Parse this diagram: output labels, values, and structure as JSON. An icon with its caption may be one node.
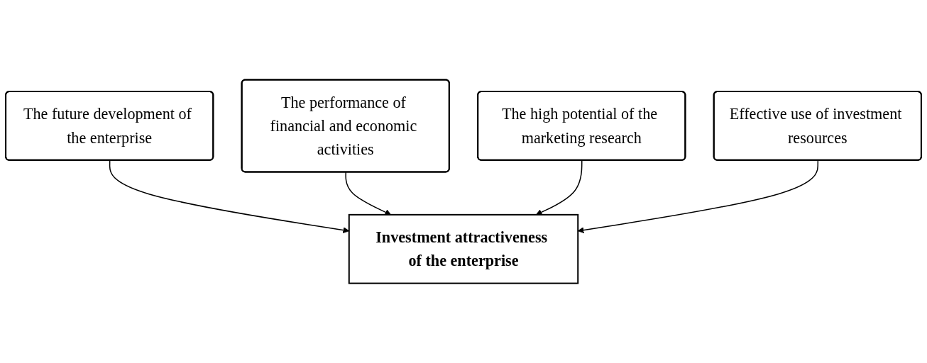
{
  "diagram": {
    "nodes": [
      {
        "text": [
          "The future development of the enterprise"
        ]
      },
      {
        "text": [
          "The performance of financial and economic activities"
        ]
      },
      {
        "text": [
          "Investment attractiveness of the enterprise"
        ]
      },
      {
        "text": [
          "The high potential of the marketing research"
        ]
      },
      {
        "text": [
          "Effective use of investment resources"
        ]
      }
    ],
    "edges": [
      {
        "from": 0,
        "to": 2,
        "arrow": "to"
      },
      {
        "from": 1,
        "to": 2,
        "arrow": "to"
      },
      {
        "from": 3,
        "to": 2,
        "arrow": "to"
      },
      {
        "from": 4,
        "to": 2,
        "arrow": "to"
      }
    ]
  }
}
